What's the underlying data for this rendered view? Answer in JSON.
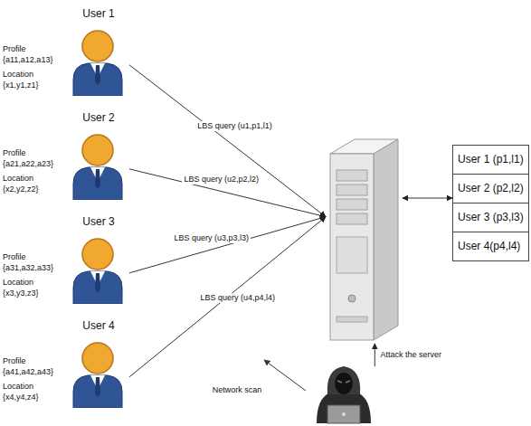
{
  "diagram": {
    "nodes": [
      {
        "text": [
          "User 1",
          "Profile {a11,a12,a13}",
          "Location {x1,y1,z1}"
        ]
      },
      {
        "text": [
          "User 2",
          "Profile {a21,a22,a23}",
          "Location {x2,y2,z2}"
        ]
      },
      {
        "text": [
          "User 3",
          "Profile {a31,a32,a33}",
          "Location {x3,y3,z3}"
        ]
      },
      {
        "text": [
          "User 4",
          "Profile {a41,a42,a43}",
          "Location {x4,y4,z4}"
        ]
      },
      {
        "text": []
      },
      {
        "text": [
          "User 1 (p1,l1)",
          "User 2 (p2,l2)",
          "User 3 (p3,l3)",
          "User 4(p4,l4)"
        ]
      },
      {
        "text": []
      }
    ],
    "edges": [
      {
        "from": 0,
        "to": 4,
        "arrow": "to",
        "label": "LBS query (u1,p1,l1)"
      },
      {
        "from": 1,
        "to": 4,
        "arrow": "to",
        "label": "LBS query (u2,p2,l2)"
      },
      {
        "from": 2,
        "to": 4,
        "arrow": "to",
        "label": "LBS query (u3,p3,l3)"
      },
      {
        "from": 3,
        "to": 4,
        "arrow": "to",
        "label": "LBS query (u4,p4,l4)"
      },
      {
        "from": 4,
        "to": 5,
        "arrow": "both"
      },
      {
        "from": 6,
        "to": 4,
        "arrow": "to",
        "label": "Attack the server"
      }
    ],
    "labels": [
      "Network scan"
    ]
  }
}
